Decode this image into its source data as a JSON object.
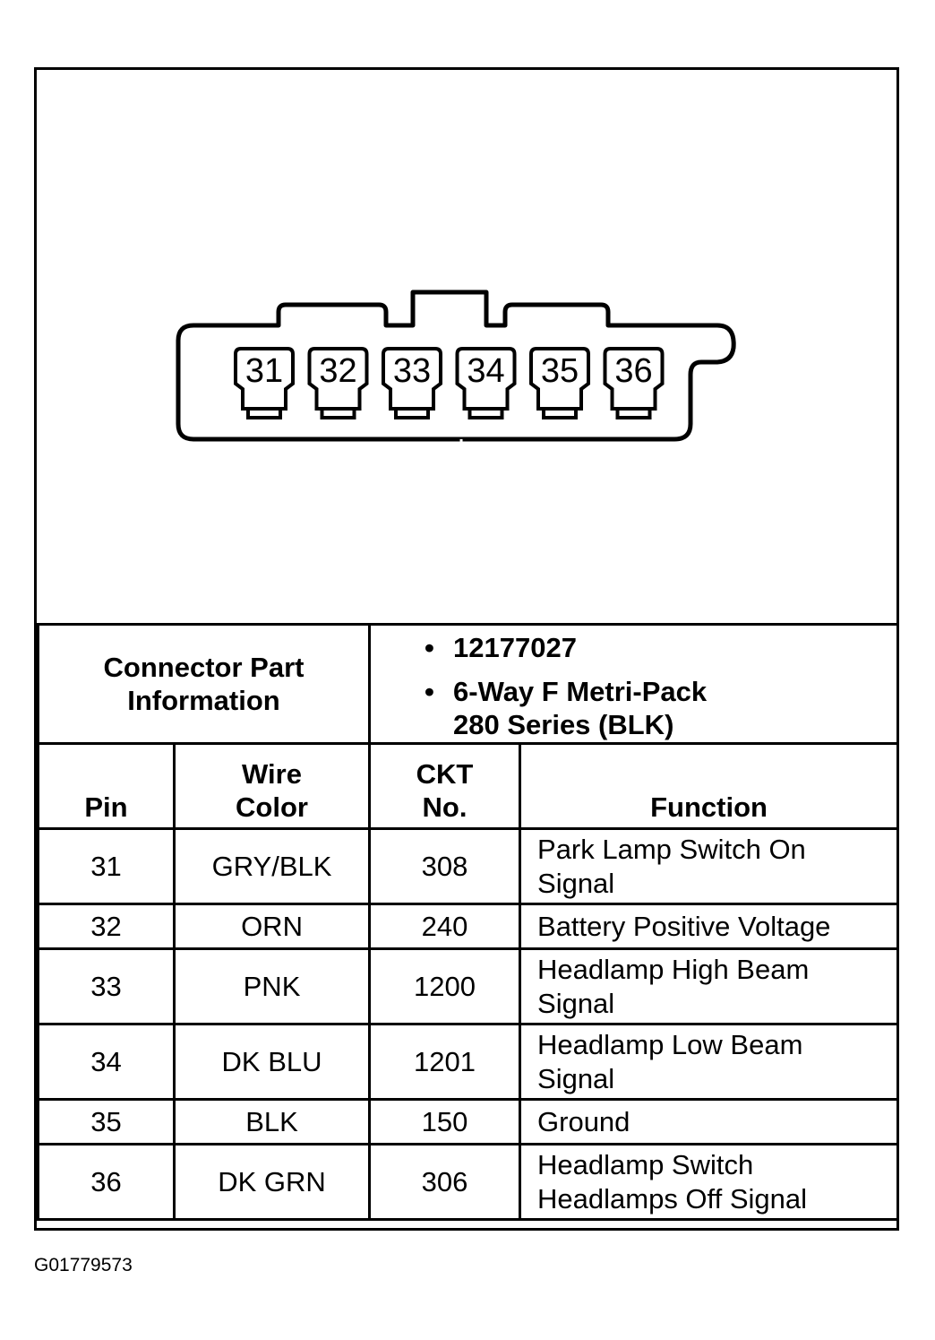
{
  "connector": {
    "pins": [
      "31",
      "32",
      "33",
      "34",
      "35",
      "36"
    ]
  },
  "part_info": {
    "label_line1": "Connector Part",
    "label_line2": "Information",
    "bullet": "•",
    "part_number": "12177027",
    "desc_line1": "6-Way F Metri-Pack",
    "desc_line2": "280 Series (BLK)"
  },
  "table": {
    "headers": {
      "pin": "Pin",
      "wire_line1": "Wire",
      "wire_line2": "Color",
      "ckt_line1": "CKT",
      "ckt_line2": "No.",
      "function": "Function"
    },
    "rows": [
      {
        "pin": "31",
        "color": "GRY/BLK",
        "ckt": "308",
        "fn1": "Park Lamp Switch On",
        "fn2": "Signal"
      },
      {
        "pin": "32",
        "color": "ORN",
        "ckt": "240",
        "fn1": "Battery Positive Voltage",
        "fn2": ""
      },
      {
        "pin": "33",
        "color": "PNK",
        "ckt": "1200",
        "fn1": "Headlamp High Beam",
        "fn2": "Signal"
      },
      {
        "pin": "34",
        "color": "DK BLU",
        "ckt": "1201",
        "fn1": "Headlamp Low Beam",
        "fn2": "Signal"
      },
      {
        "pin": "35",
        "color": "BLK",
        "ckt": "150",
        "fn1": "Ground",
        "fn2": ""
      },
      {
        "pin": "36",
        "color": "DK GRN",
        "ckt": "306",
        "fn1": "Headlamp Switch",
        "fn2": "Headlamps Off Signal"
      }
    ]
  },
  "figure_id": "G01779573"
}
